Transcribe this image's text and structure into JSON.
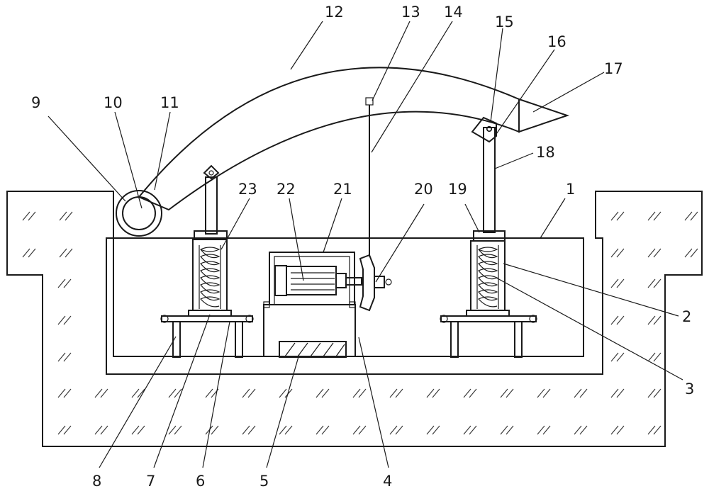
{
  "figure": {
    "callouts": [
      "1",
      "2",
      "3",
      "4",
      "5",
      "6",
      "7",
      "8",
      "9",
      "10",
      "11",
      "12",
      "13",
      "14",
      "15",
      "16",
      "17",
      "18",
      "19",
      "20",
      "21",
      "22",
      "23"
    ]
  },
  "components": [
    "foundation-pit",
    "left-support-assembly",
    "right-support-assembly",
    "motor-base",
    "damping-block",
    "motor",
    "motor-cover",
    "cam-wheel",
    "drive-rod",
    "arc-pipe",
    "pivot-roller",
    "nozzle",
    "hinge-joints"
  ]
}
